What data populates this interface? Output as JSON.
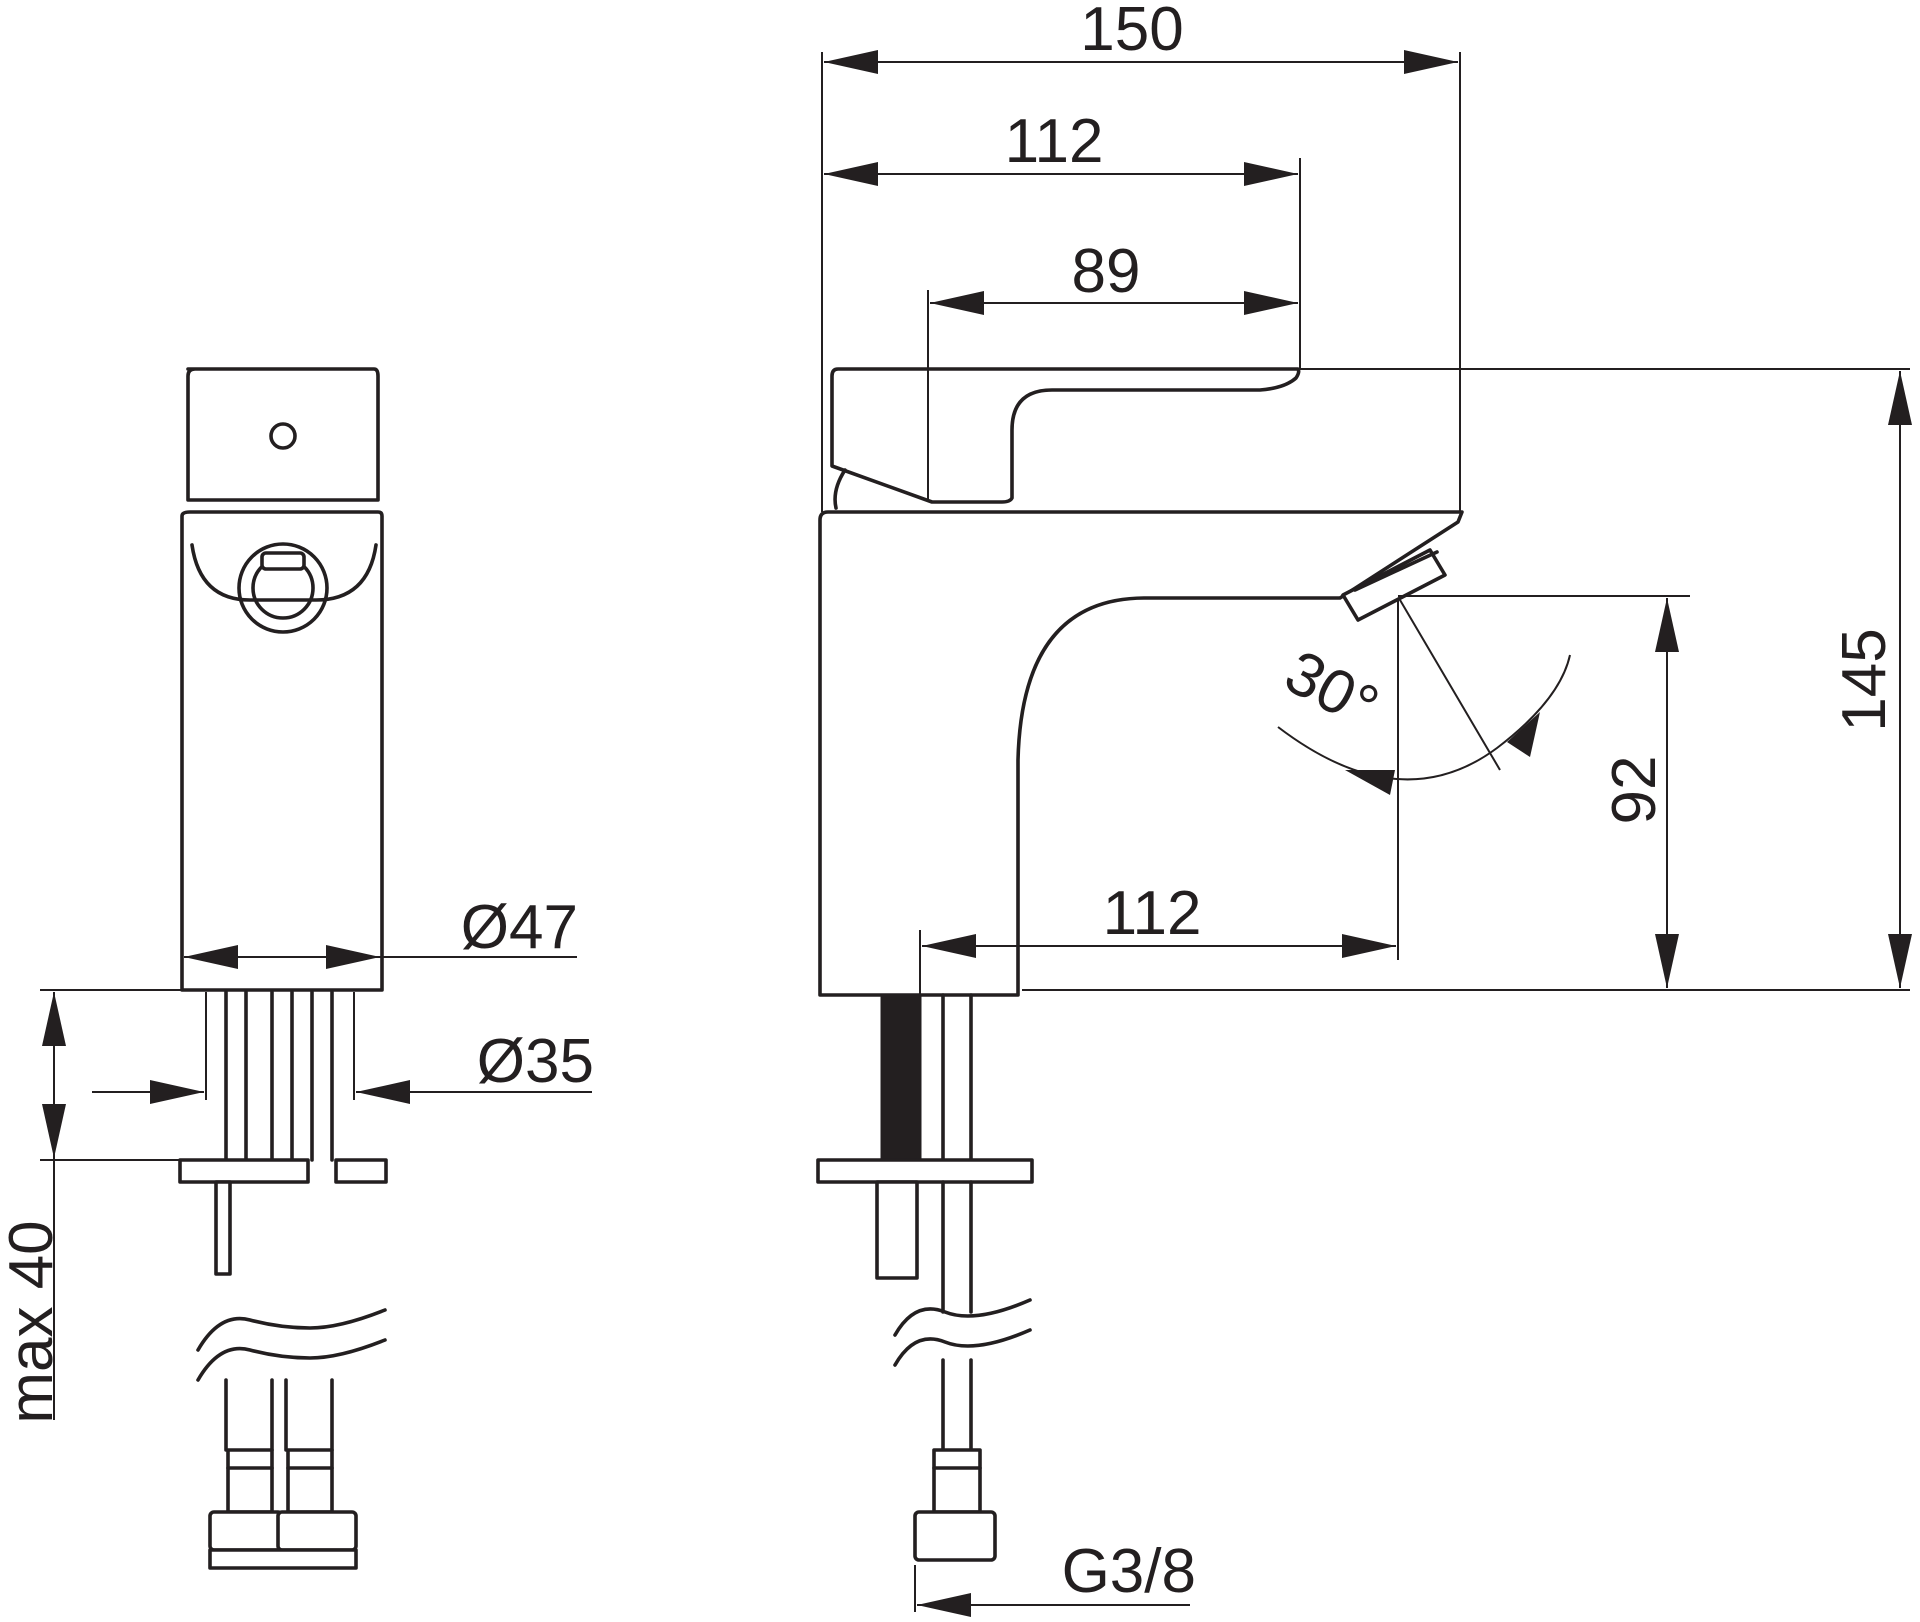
{
  "colors": {
    "line": "#231f20",
    "background": "#ffffff"
  },
  "dimensions": {
    "overall_width": "150",
    "lever_reach": "112",
    "handle_length": "89",
    "total_height": "145",
    "spout_height": "92",
    "spout_projection": "112",
    "body_diameter": "Ø47",
    "hole_diameter": "Ø35",
    "max_deck_thickness": "max 40",
    "connection_thread": "G3/8",
    "spray_angle": "30°"
  }
}
